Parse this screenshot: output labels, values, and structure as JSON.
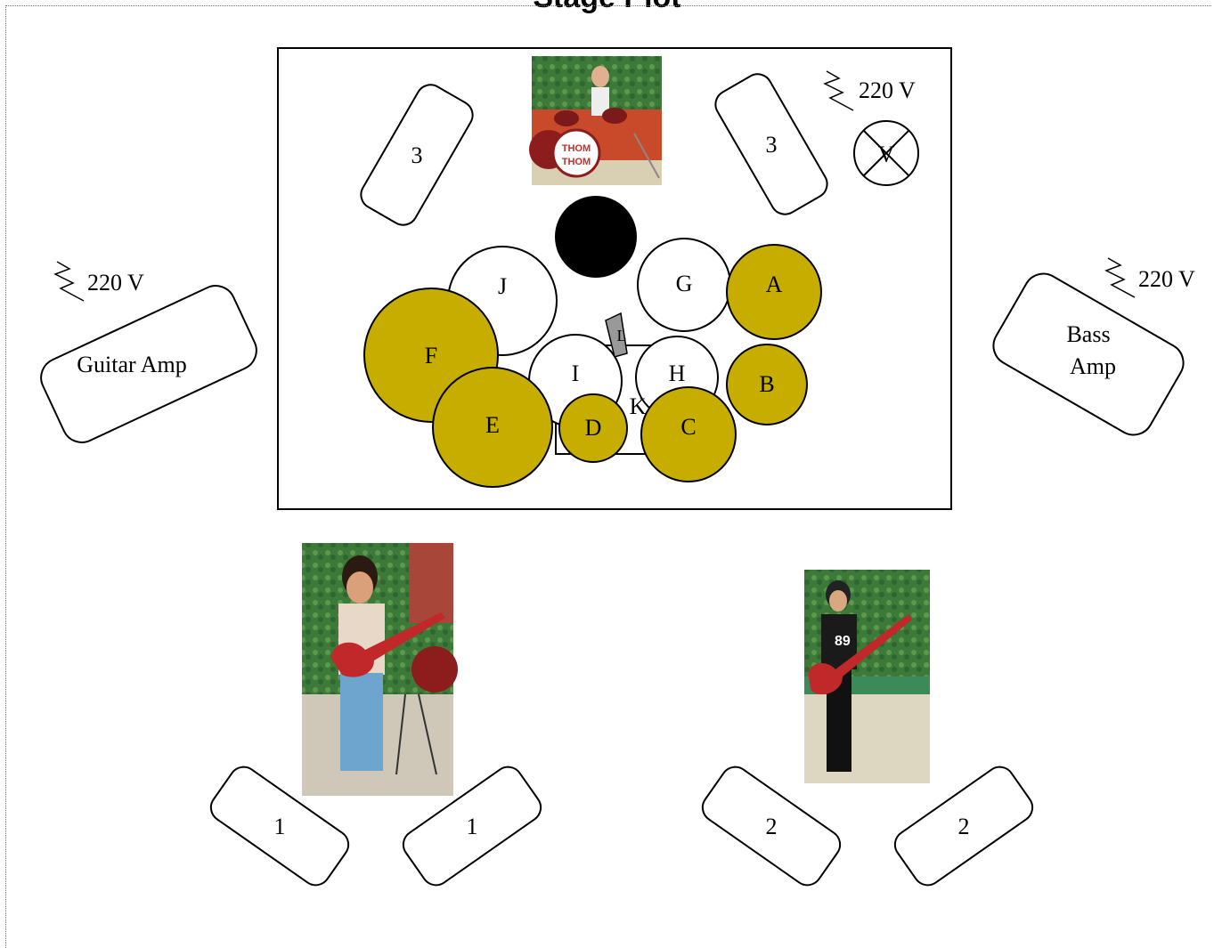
{
  "title": "Stage Plot",
  "colors": {
    "cymbal": "#c6ad00",
    "drum": "#ffffff",
    "bass_drum": "#000000",
    "pedal": "#999999"
  },
  "power": [
    {
      "label": "220 V",
      "icon": "lightning-icon"
    },
    {
      "label": "220 V",
      "icon": "lightning-icon"
    },
    {
      "label": "220 V",
      "icon": "lightning-icon"
    }
  ],
  "amps": {
    "guitar": "Guitar Amp",
    "bass_line1": "Bass",
    "bass_line2": "Amp"
  },
  "monitors": {
    "drum_left": "3",
    "drum_right": "3",
    "guitar_left": "1",
    "guitar_right": "1",
    "bass_left": "2",
    "bass_right": "2"
  },
  "vocal_mic": "V",
  "drums": {
    "J": "J",
    "G": "G",
    "I": "I",
    "H": "H",
    "K": "K",
    "L": "L",
    "A": "A",
    "B": "B",
    "C": "C",
    "D": "D",
    "E": "E",
    "F": "F"
  },
  "drum_logo": {
    "line1": "THOM",
    "line2": "THOM"
  }
}
